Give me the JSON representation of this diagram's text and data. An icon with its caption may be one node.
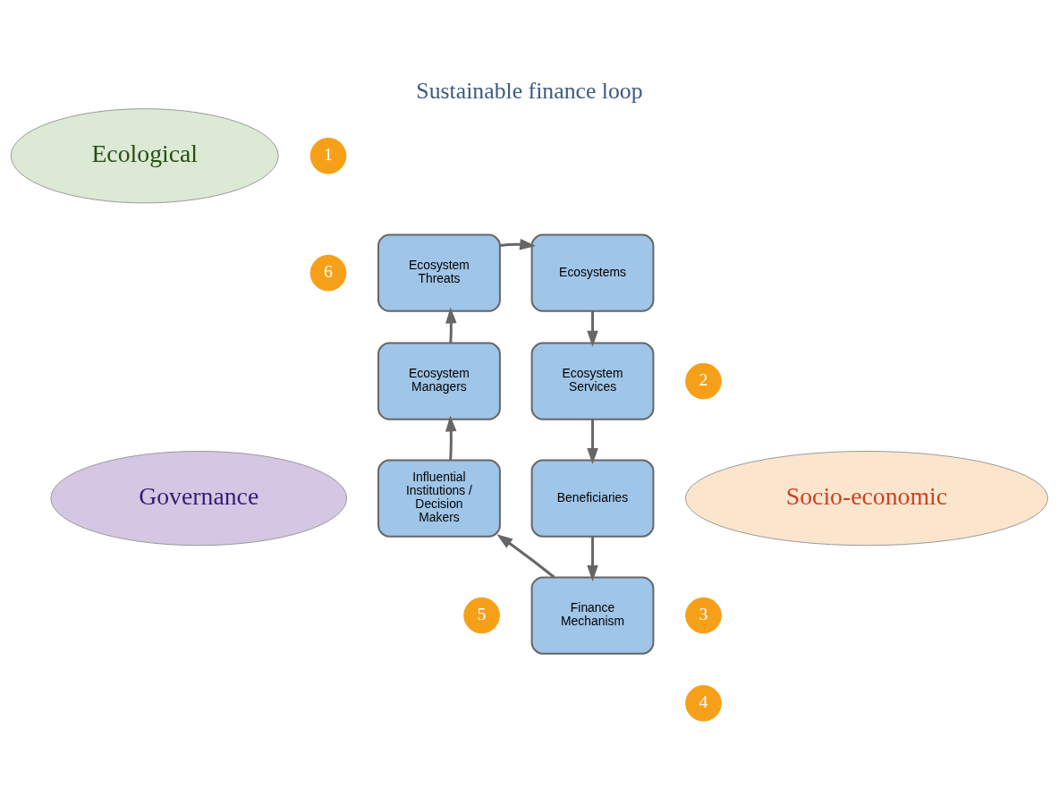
{
  "diagram": {
    "title": "Sustainable finance loop",
    "nodes": [
      {
        "text": [
          "Ecological"
        ]
      },
      {
        "text": [
          "1"
        ]
      },
      {
        "text": [
          "Governance"
        ]
      },
      {
        "text": [
          "Socio-economic"
        ]
      },
      {
        "text": [
          "Ecosystem Threats"
        ]
      },
      {
        "text": [
          "Ecosystems"
        ]
      },
      {
        "text": [
          "Ecosystem Services"
        ]
      },
      {
        "text": [
          "2"
        ]
      },
      {
        "text": [
          "Ecosystem Managers"
        ]
      },
      {
        "text": [
          "6"
        ]
      },
      {
        "text": [
          "Influential Institutions / Decision Makers"
        ]
      },
      {
        "text": [
          "Beneficiaries"
        ]
      },
      {
        "text": [
          "3"
        ]
      },
      {
        "text": [
          "5"
        ]
      },
      {
        "text": [
          "Finance Mechanism"
        ]
      },
      {
        "text": [
          "4"
        ]
      }
    ],
    "edges": [
      {
        "from": 8,
        "to": 4,
        "arrow": "to"
      },
      {
        "from": 4,
        "to": 5,
        "arrow": "to"
      },
      {
        "from": 5,
        "to": 6,
        "arrow": "to"
      },
      {
        "from": 6,
        "to": 11,
        "arrow": "to"
      },
      {
        "from": 11,
        "to": 14,
        "arrow": "to"
      },
      {
        "from": 14,
        "to": 10,
        "arrow": "to"
      },
      {
        "from": 10,
        "to": 8,
        "arrow": "to"
      }
    ]
  }
}
